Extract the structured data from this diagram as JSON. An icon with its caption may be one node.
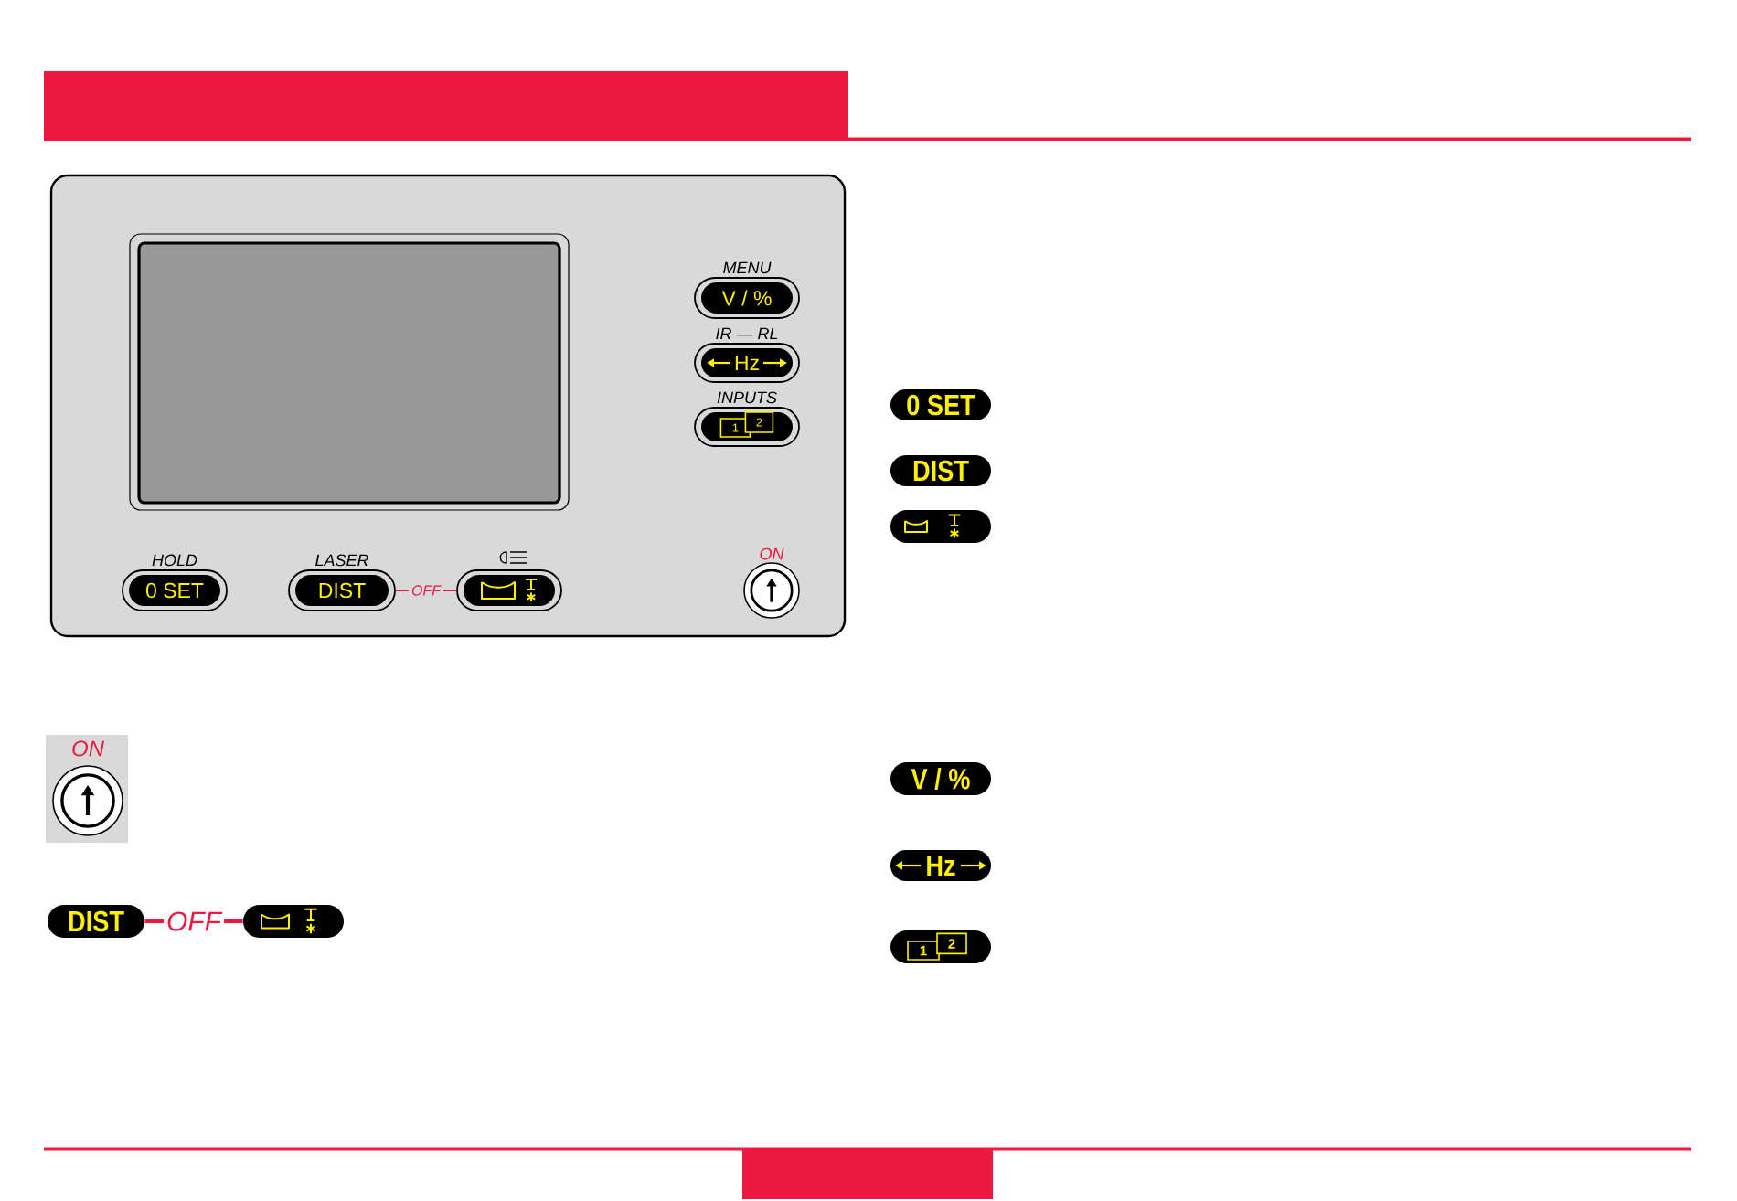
{
  "diagram": {
    "nodes": [
      {
        "text": [],
        "shape": "box"
      },
      {
        "text": [
          "V / %"
        ],
        "beside": [
          "MENU"
        ],
        "in": 0
      },
      {
        "text": [
          "Hz"
        ],
        "beside": [
          "IR — RL"
        ],
        "in": 0
      },
      {
        "text": [
          "1",
          "2"
        ],
        "beside": [
          "INPUTS"
        ],
        "in": 0
      },
      {
        "text": [
          "0 SET"
        ],
        "beside": [
          "HOLD"
        ],
        "in": 0
      },
      {
        "text": [
          "DIST"
        ],
        "beside": [
          "LASER"
        ],
        "in": 0
      },
      {
        "text": [],
        "shape": "button",
        "in": 0
      },
      {
        "text": [],
        "shape": "circle",
        "beside": [
          "ON"
        ],
        "in": 0
      },
      {
        "text": [],
        "shape": "circle",
        "beside": [
          "ON"
        ]
      },
      {
        "text": [
          "DIST"
        ]
      },
      {
        "text": [],
        "shape": "button"
      },
      {
        "text": [
          "0 SET"
        ]
      },
      {
        "text": [
          "DIST"
        ]
      },
      {
        "text": [],
        "shape": "button"
      },
      {
        "text": [
          "V / %"
        ]
      },
      {
        "text": [
          "Hz"
        ]
      },
      {
        "text": [
          "1",
          "2"
        ]
      }
    ],
    "edges": [
      {
        "from": 5,
        "to": 6,
        "arrow": "none",
        "label": "OFF"
      },
      {
        "from": 9,
        "to": 10,
        "arrow": "none",
        "label": "OFF"
      }
    ]
  }
}
